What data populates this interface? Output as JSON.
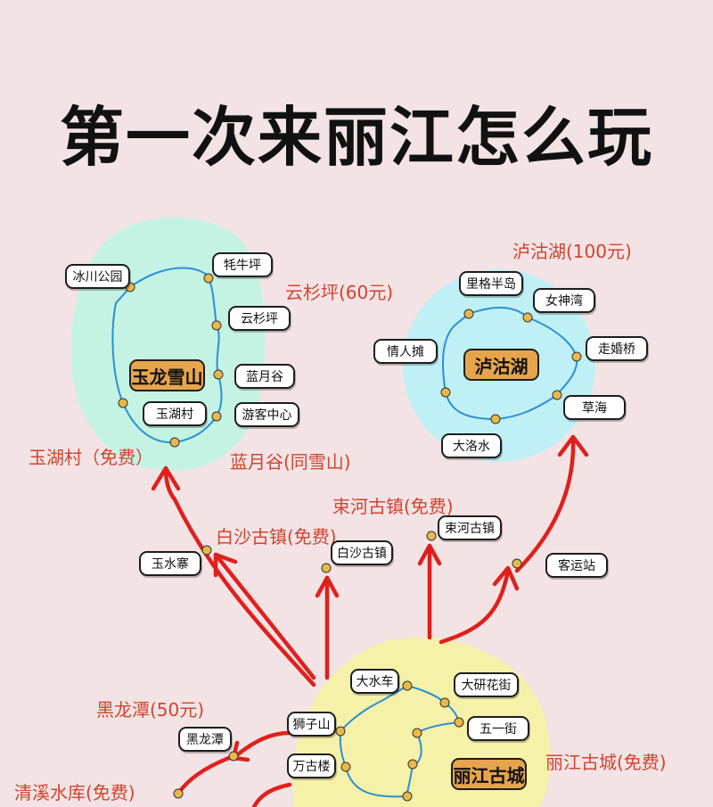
{
  "title": "第一次来丽江怎么玩",
  "colors": {
    "background": "#f3e3e5",
    "blob_green": "#c4f3e4",
    "blob_cyan": "#bff0f5",
    "blob_yellow": "#f6f1a8",
    "arrow": "#e0201c",
    "loop": "#2b8fd6",
    "dot": "#e8b94a",
    "center": "#e6a54c",
    "price_text": "#d1442f"
  },
  "yulong": {
    "center": "玉龙雪山",
    "spots": [
      "冰川公园",
      "牦牛坪",
      "云杉坪",
      "蓝月谷",
      "游客中心",
      "玉湖村"
    ],
    "prices": {
      "yunshanping": "云杉坪(60元)",
      "yuhucun": "玉湖村（免费）",
      "lanyuegu": "蓝月谷(同雪山)"
    }
  },
  "luguhu": {
    "center": "泸沽湖",
    "price": "泸沽湖(100元)",
    "spots": [
      "里格半岛",
      "女神湾",
      "走婚桥",
      "草海",
      "大洛水",
      "情人摊"
    ]
  },
  "routes": {
    "baisha_price": "白沙古镇(免费)",
    "baisha": "白沙古镇",
    "yushuizhai": "玉水寨",
    "shuhe_price": "束河古镇(免费)",
    "shuhe": "束河古镇",
    "keyunzhan": "客运站"
  },
  "lijiang": {
    "center": "丽江古城",
    "price": "丽江古城(免费)",
    "spots": [
      "大水车",
      "大研花街",
      "五一街",
      "狮子山",
      "万古楼"
    ]
  },
  "others": {
    "heilongtan_price": "黑龙潭(50元)",
    "heilongtan": "黑龙潭",
    "qingxi_price": "清溪水库(免费)"
  }
}
